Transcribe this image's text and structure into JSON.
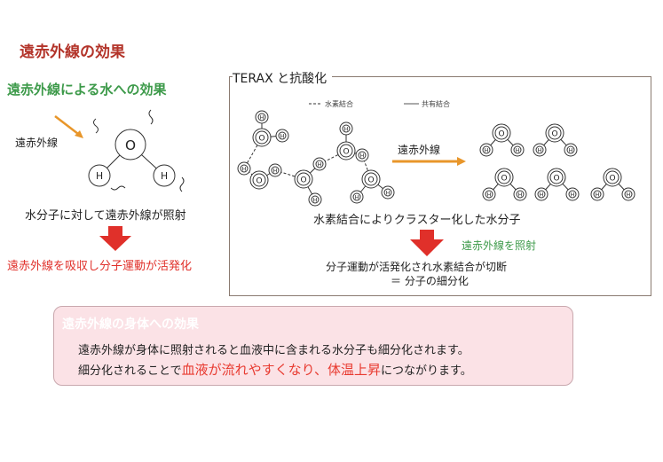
{
  "title": "遠赤外線の効果",
  "water_section": {
    "subtitle": "遠赤外線による水への効果",
    "ray_label": "遠赤外線",
    "irradiation": "水分子に対して遠赤外線が照射",
    "result": "遠赤外線を吸収し分子運動が活発化"
  },
  "terax": {
    "title": "TERAX と抗酸化",
    "legend_hbond": "水素結合",
    "legend_covalent": "共有結合",
    "arrow_label": "遠赤外線",
    "caption": "水素結合によりクラスター化した水分子",
    "irradiate": "遠赤外線を照射",
    "result_line1": "分子運動が活発化され水素結合が切断",
    "result_line2": "＝ 分子の細分化"
  },
  "body_effect": {
    "title": "遠赤外線の身体への効果",
    "line1": "遠赤外線が身体に照射されると血液中に含まれる水分子も細分化されます。",
    "line2_prefix": "細分化されることで",
    "line2_highlight1": "血液が流れやすくなり、",
    "line2_highlight2": "体温上昇",
    "line2_suffix": "につながります。"
  },
  "atoms": {
    "oxygen": "O",
    "hydrogen": "H"
  },
  "colors": {
    "red": "#e83a30",
    "green": "#3d9a4a",
    "orange": "#e8962a",
    "pink": "#fbe2e6"
  }
}
